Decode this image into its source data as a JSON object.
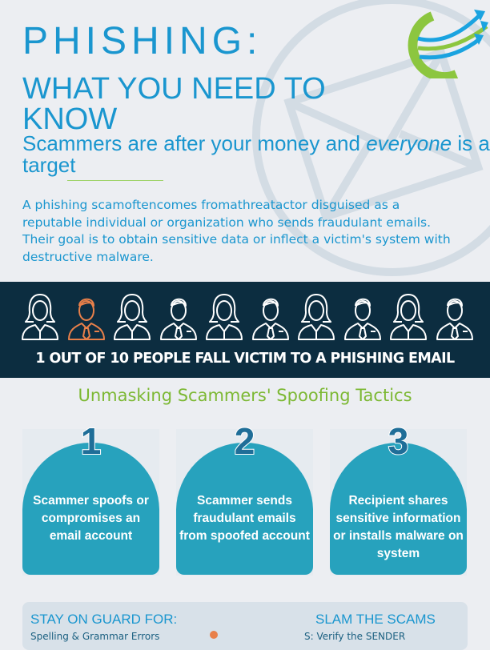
{
  "header": {
    "title_line1": "PHISHING:",
    "title_line2": "WHAT YOU NEED TO KNOW",
    "subtitle_pre": "Scammers are after your money and ",
    "subtitle_em": "everyone",
    "subtitle_post": " is a target",
    "intro": "A phishing scamoftencomes fromathreatactor disguised as a reputable individual or organization who sends fraudulant emails. Their goal is to obtain sensitive data or inflect a victim's system with destructive malware."
  },
  "colors": {
    "accent_blue": "#1a96cf",
    "band": "#0c2d40",
    "highlight": "#e8804a",
    "green": "#7cb833",
    "card": "#27a2bd"
  },
  "stat_band": {
    "people": [
      "female",
      "male-highlighted",
      "female",
      "male",
      "female",
      "male",
      "female",
      "male",
      "female",
      "male"
    ],
    "text": "1 OUT OF 10 PEOPLE FALL VICTIM TO A PHISHING EMAIL"
  },
  "tactics": {
    "heading": "Unmasking Scammers' Spoofing Tactics",
    "steps": [
      {
        "number": "1",
        "text": "Scammer spoofs or compromises an email account"
      },
      {
        "number": "2",
        "text": "Scammer sends fraudulant emails from spoofed account"
      },
      {
        "number": "3",
        "text": "Recipient shares sensitive information or installs malware on system"
      }
    ]
  },
  "guard": {
    "left_heading": "STAY ON GUARD FOR:",
    "right_heading": "SLAM THE SCAMS",
    "left_first_item": "Spelling & Grammar Errors",
    "right_first_item": "S: Verify the SENDER"
  }
}
